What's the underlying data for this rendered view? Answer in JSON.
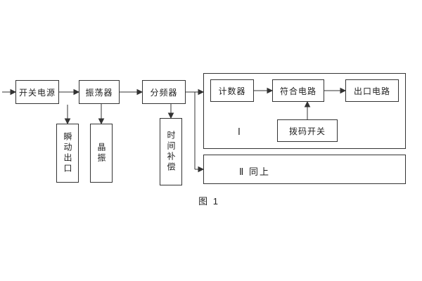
{
  "figure": {
    "caption": "图 1"
  },
  "blocks": {
    "switch_power": "开关电源",
    "oscillator": "振荡器",
    "divider": "分频器",
    "counter": "计数器",
    "coincidence": "符合电路",
    "outlet": "出口电路",
    "dip_switch": "拨码开关",
    "group1": "Ⅰ",
    "group2": "Ⅱ  同上",
    "instant_outlet": "瞬动出口",
    "crystal": "晶振",
    "time_comp": "时间补偿"
  }
}
